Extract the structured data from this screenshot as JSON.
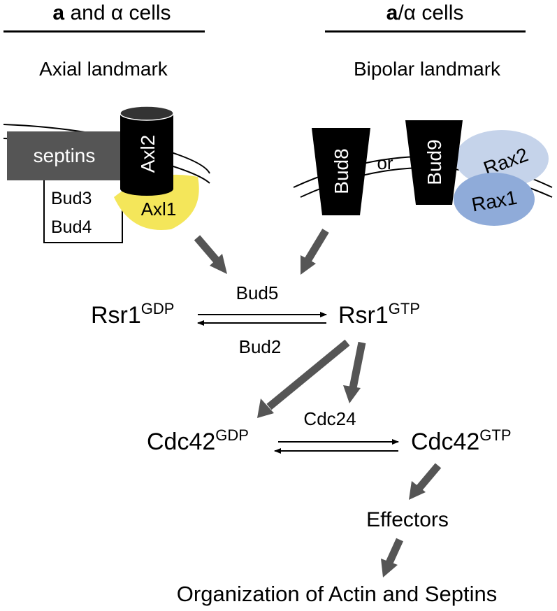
{
  "headers": {
    "left": {
      "bold": "a",
      "rest": "and",
      "alpha": "α",
      "cells": "cells"
    },
    "right": {
      "bold": "a",
      "slash": "/",
      "alpha": "α",
      "cells": "cells"
    }
  },
  "subtitles": {
    "axial": "Axial landmark",
    "bipolar": "Bipolar landmark"
  },
  "axial": {
    "septins": "septins",
    "axl2": "Axl2",
    "axl1": "Axl1",
    "bud3": "Bud3",
    "bud4": "Bud4"
  },
  "bipolar": {
    "bud8": "Bud8",
    "or": "or",
    "bud9": "Bud9",
    "rax2": "Rax2",
    "rax1": "Rax1"
  },
  "rsr1": {
    "gdp_base": "Rsr1",
    "gdp_sup": "GDP",
    "gtp_base": "Rsr1",
    "gtp_sup": "GTP",
    "gef": "Bud5",
    "gap": "Bud2"
  },
  "cdc42": {
    "gdp_base": "Cdc42",
    "gdp_sup": "GDP",
    "gtp_base": "Cdc42",
    "gtp_sup": "GTP",
    "gef": "Cdc24"
  },
  "effectors": "Effectors",
  "outcome": "Organization of Actin and Septins",
  "colors": {
    "septins_box": "#555555",
    "axl1": "#f4e65a",
    "rax2": "#c5d3ea",
    "rax1": "#8fabd9",
    "arrow": "#555555"
  }
}
